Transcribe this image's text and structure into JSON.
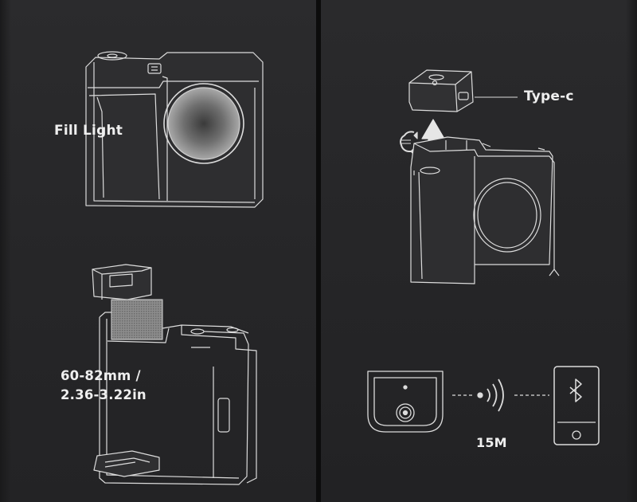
{
  "left_panel": {
    "label_fill_light": "Fill Light",
    "label_size_mm": "60-82mm /",
    "label_size_in": "2.36-3.22in"
  },
  "right_panel": {
    "label_connector": "Type-c",
    "label_range": "15M",
    "icons": [
      "magnet-icon",
      "arrow-up-icon",
      "wireless-signal-icon",
      "bluetooth-icon"
    ]
  },
  "colors": {
    "background": "#262628",
    "line": "#dcdcdc",
    "text": "#efefef",
    "lens": "#9a9a9a"
  }
}
